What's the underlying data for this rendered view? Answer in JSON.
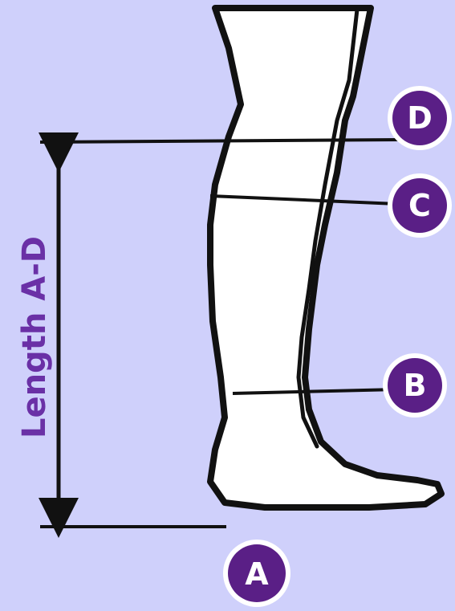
{
  "diagram": {
    "length_label": "Length A-D",
    "points": [
      {
        "id": "A",
        "label": "A"
      },
      {
        "id": "B",
        "label": "B"
      },
      {
        "id": "C",
        "label": "C"
      },
      {
        "id": "D",
        "label": "D"
      }
    ]
  },
  "colors": {
    "background": "#cfd0fb",
    "badge": "#5a1f86",
    "badge_ring": "#ffffff",
    "label_text": "#6a30a6",
    "outline": "#111111",
    "leg_fill": "#ffffff"
  }
}
